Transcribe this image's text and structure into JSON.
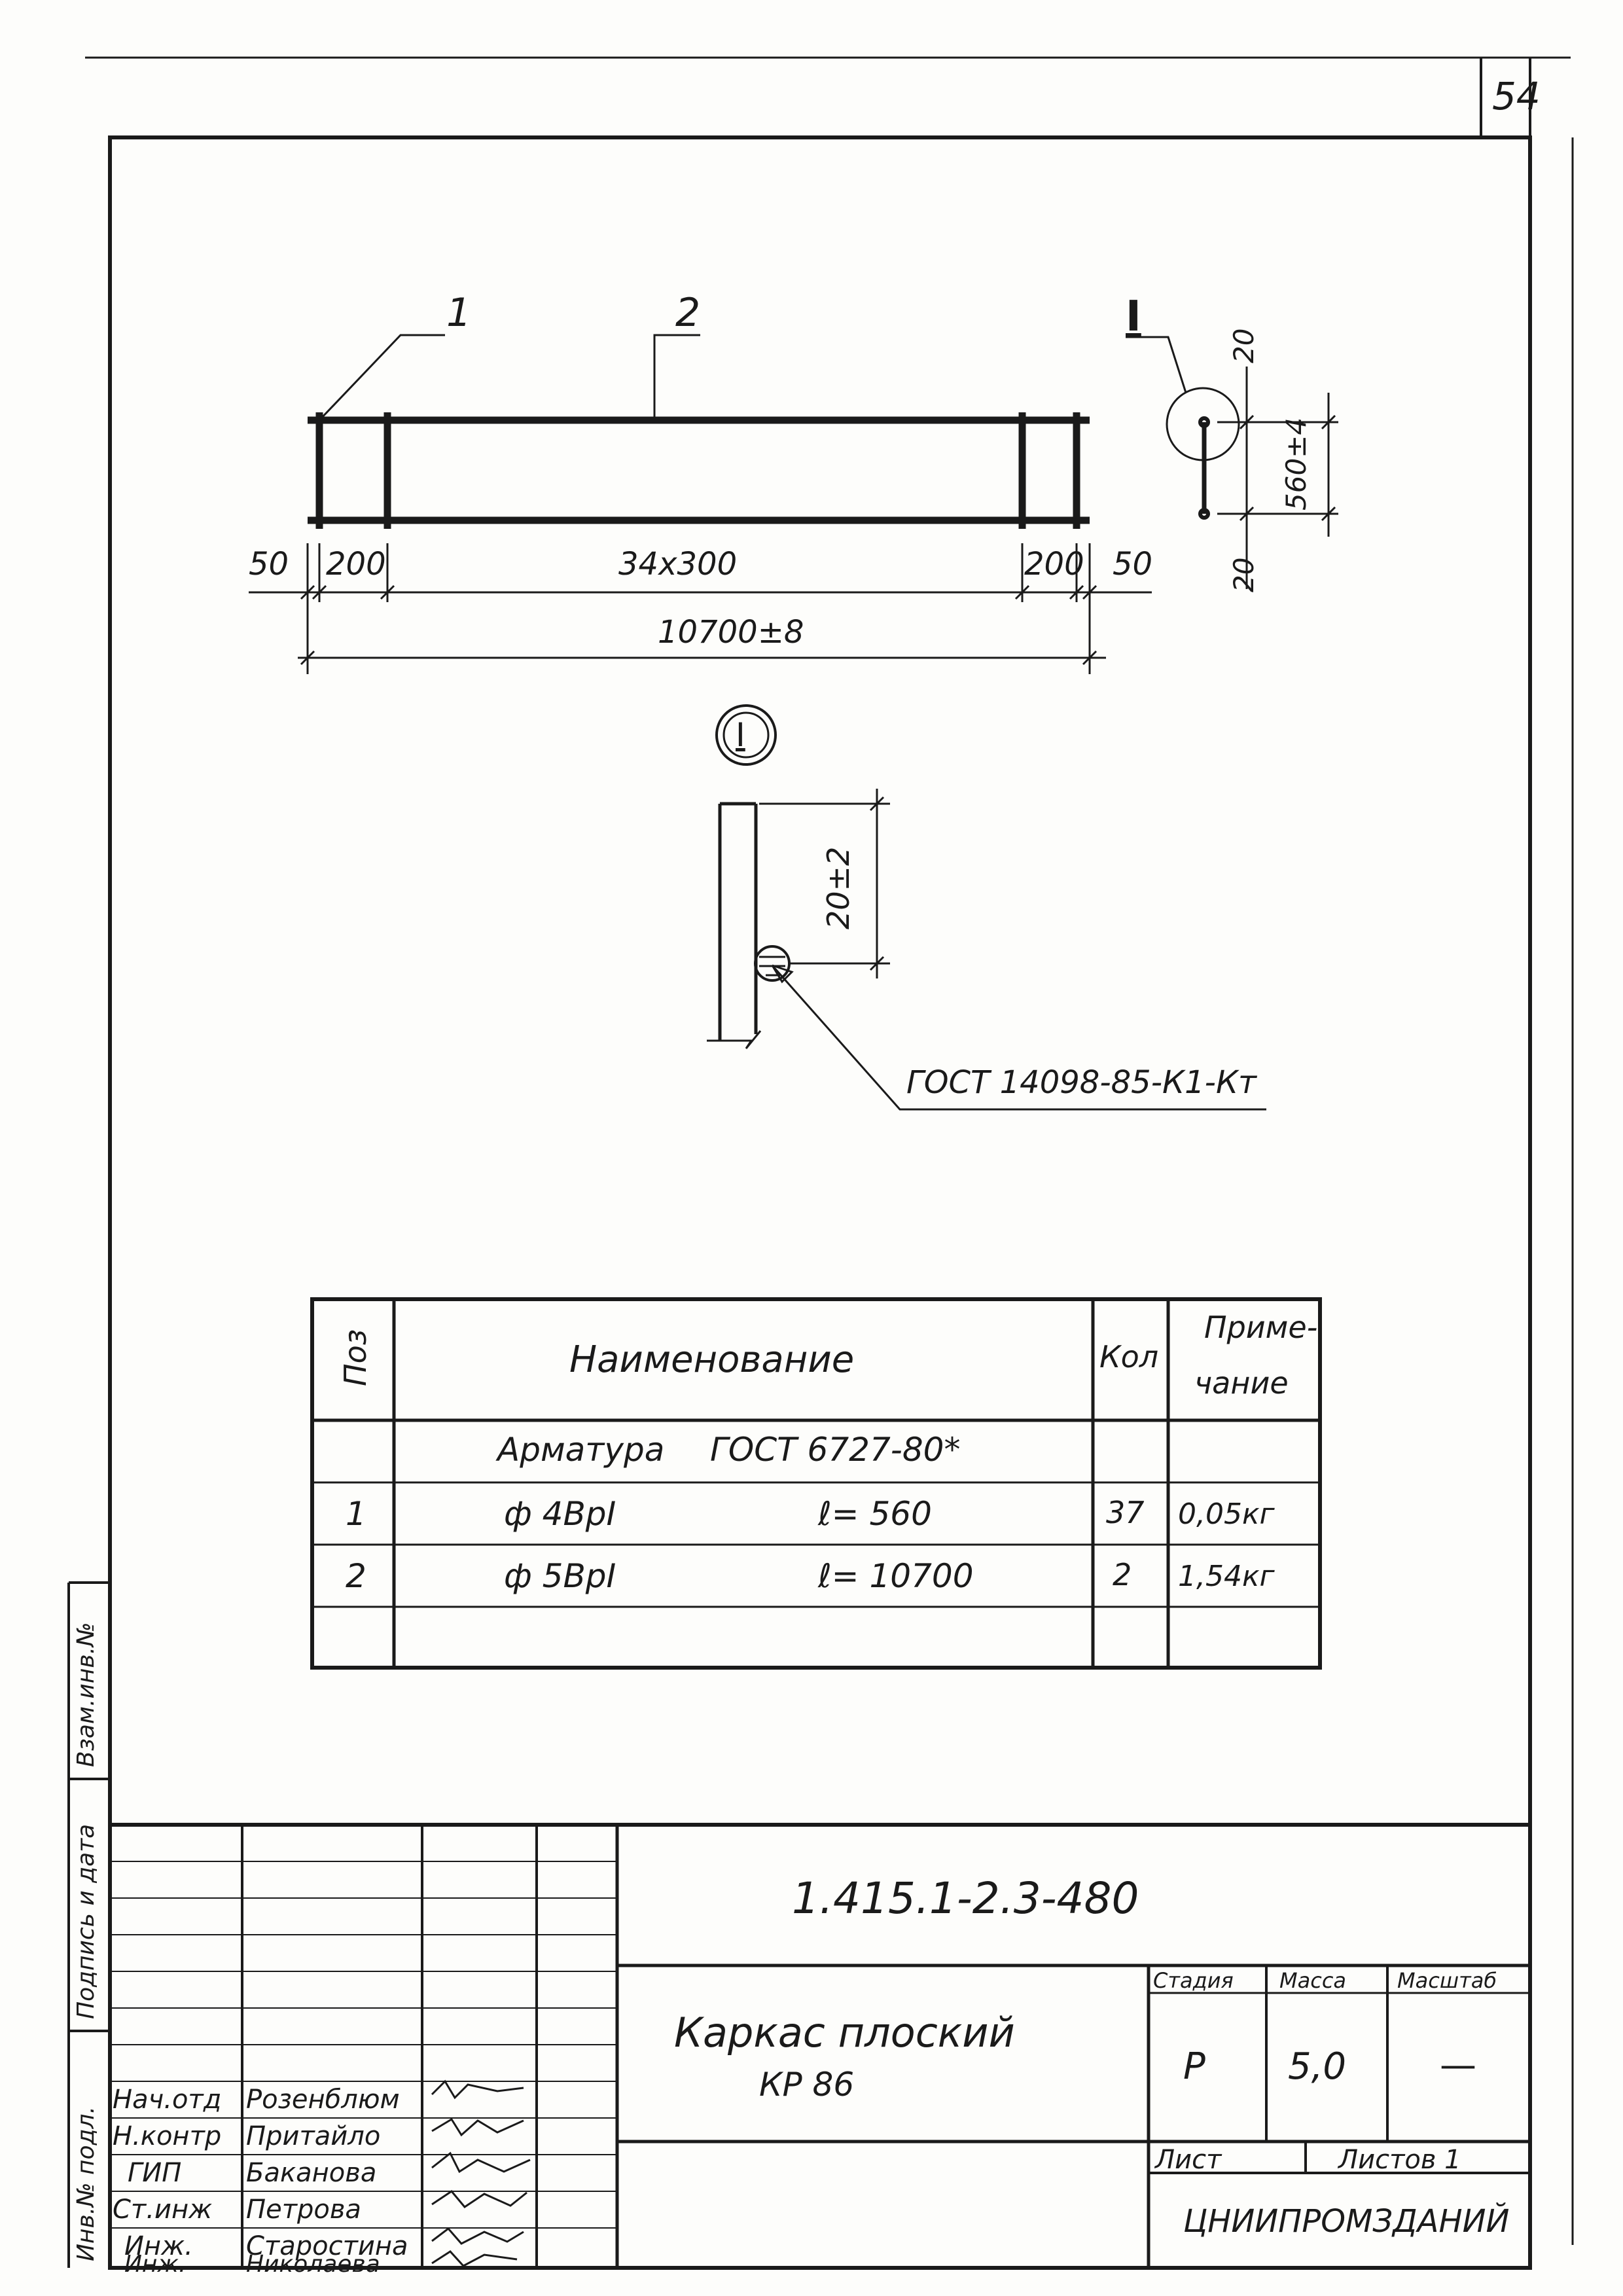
{
  "sheet_number": "54",
  "frame_dims": {
    "callout_1": "1",
    "callout_2": "2",
    "callout_section": "I",
    "dim_50_left": "50",
    "dim_200_left": "200",
    "dim_middle": "34х300",
    "dim_200_right": "200",
    "dim_50_right": "50",
    "dim_total": "10700±8",
    "sec_dim_20_top": "20",
    "sec_dim_560": "560±4",
    "sec_dim_20_bottom": "20"
  },
  "detail": {
    "label": "I",
    "dim": "20±2",
    "weld_note": "ГОСТ 14098-85-К1-Кт"
  },
  "spec_table": {
    "headers": {
      "pos": "Поз",
      "name": "Наименование",
      "qty": "Кол",
      "note_line1": "Приме-",
      "note_line2": "чание"
    },
    "group_row": {
      "material": "Арматура",
      "standard": "ГОСТ 6727-80*"
    },
    "rows": [
      {
        "pos": "1",
        "name": "ф 4ВрI",
        "length": "ℓ= 560",
        "qty": "37",
        "note": "0,05кг"
      },
      {
        "pos": "2",
        "name": "ф 5ВрI",
        "length": "ℓ= 10700",
        "qty": "2",
        "note": "1,54кг"
      }
    ]
  },
  "title_block": {
    "doc_code": "1.415.1-2.3-480",
    "title_line1": "Каркас плоский",
    "title_line2": "КР 86",
    "stage_label": "Стадия",
    "mass_label": "Масса",
    "scale_label": "Масштаб",
    "stage_value": "Р",
    "mass_value": "5,0",
    "scale_value": "—",
    "sheet_label": "Лист",
    "sheets_label": "Листов 1",
    "org": "ЦНИИПРОМЗДАНИЙ",
    "signatories": [
      {
        "role": "Нач.отд",
        "name": "Розенблюм"
      },
      {
        "role": "Н.контр",
        "name": "Притайло"
      },
      {
        "role": "ГИП",
        "name": "Баканова"
      },
      {
        "role": "Ст.инж",
        "name": "Петрова"
      },
      {
        "role": "Инж.",
        "name": "Старостина"
      },
      {
        "role": "Инж.",
        "name": "Николаева"
      }
    ]
  },
  "side_stamp": {
    "line1": "Взам.инв.№",
    "line2": "Подпись и дата",
    "line3": "Инв.№ подл."
  }
}
